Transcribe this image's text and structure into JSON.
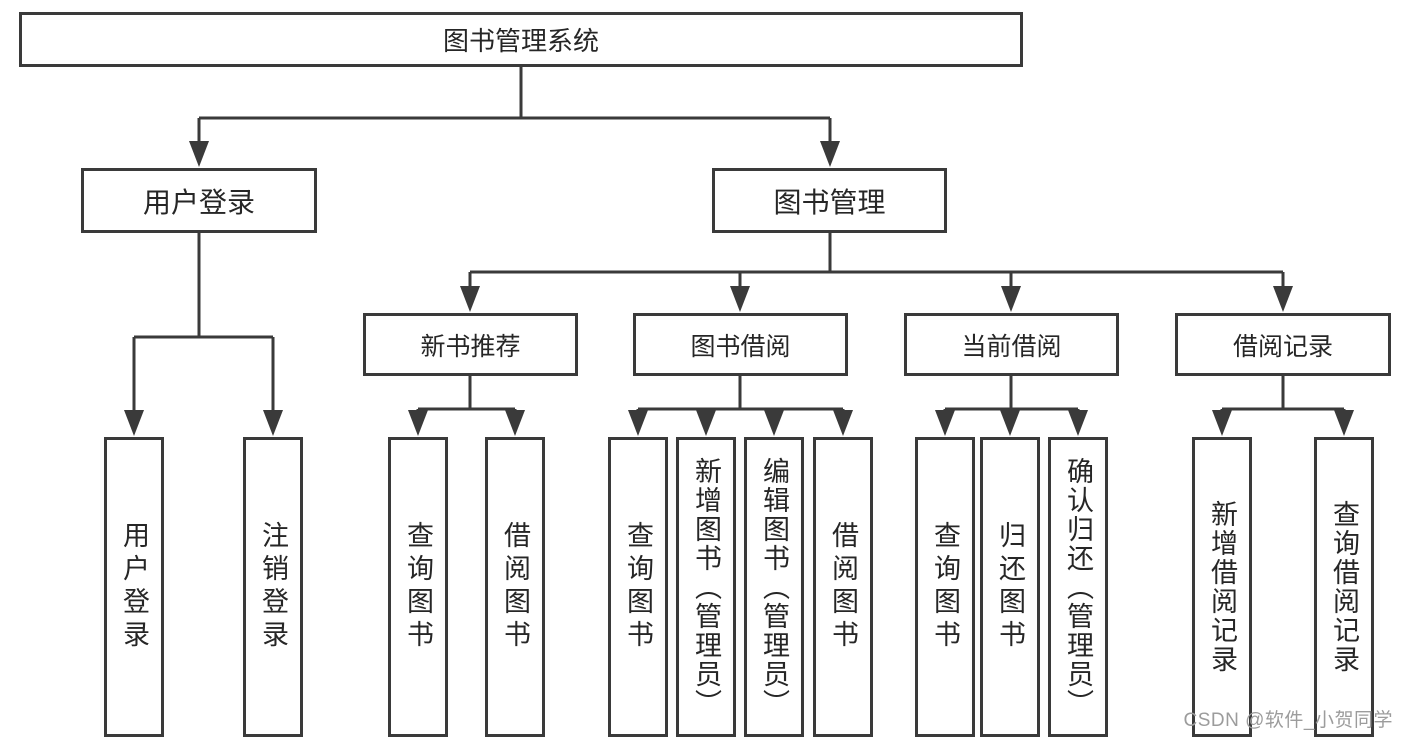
{
  "diagram": {
    "root": {
      "label": "图书管理系统"
    },
    "level2": [
      {
        "label": "用户登录"
      },
      {
        "label": "图书管理"
      }
    ],
    "level3": [
      {
        "label": "新书推荐",
        "parent": "图书管理"
      },
      {
        "label": "图书借阅",
        "parent": "图书管理"
      },
      {
        "label": "当前借阅",
        "parent": "图书管理"
      },
      {
        "label": "借阅记录",
        "parent": "图书管理"
      }
    ],
    "leaves": [
      {
        "label": "用户登录",
        "parent": "用户登录"
      },
      {
        "label": "注销登录",
        "parent": "用户登录"
      },
      {
        "label": "查询图书",
        "parent": "新书推荐"
      },
      {
        "label": "借阅图书",
        "parent": "新书推荐"
      },
      {
        "label": "查询图书",
        "parent": "图书借阅"
      },
      {
        "label": "新增图书（管理员）",
        "parent": "图书借阅"
      },
      {
        "label": "编辑图书（管理员）",
        "parent": "图书借阅"
      },
      {
        "label": "借阅图书",
        "parent": "图书借阅"
      },
      {
        "label": "查询图书",
        "parent": "当前借阅"
      },
      {
        "label": "归还图书",
        "parent": "当前借阅"
      },
      {
        "label": "确认归还（管理员）",
        "parent": "当前借阅"
      },
      {
        "label": "新增借阅记录",
        "parent": "借阅记录"
      },
      {
        "label": "查询借阅记录",
        "parent": "借阅记录"
      }
    ]
  },
  "watermark": {
    "text": "CSDN @软件_小贺同学"
  },
  "colors": {
    "line": "#3a3a3a",
    "text": "#262626",
    "watermark": "#9c9c9c",
    "background": "#ffffff"
  }
}
